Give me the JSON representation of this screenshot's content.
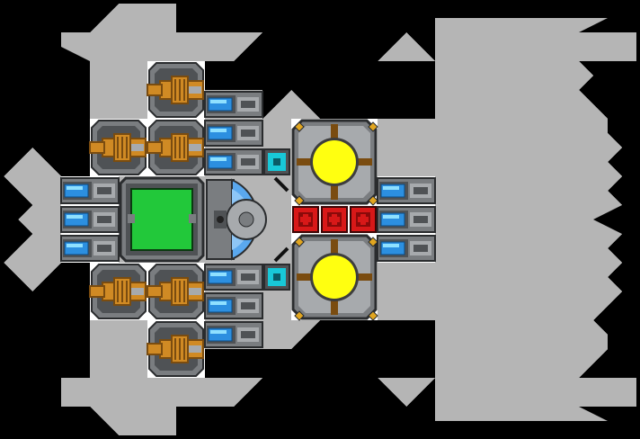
{
  "colors": {
    "background": "#000000",
    "hull": "#b5b5b5",
    "grid_cell": "#ffffff",
    "metal_dark": "#4f5255",
    "metal_mid": "#7a7d80",
    "metal_light": "#a7aaad",
    "outline": "#2a2c2e",
    "gun_brass": "#d08a24",
    "gun_brass_dark": "#7a4c10",
    "thruster_blue": "#2c8fe0",
    "thruster_cyan": "#8fe0ff",
    "reactor_green": "#22c83a",
    "shield_blue": "#5aa8ee",
    "core_yellow": "#ffff10",
    "gold": "#e2a620",
    "battery_red": "#d81818",
    "junction_cyan": "#18c8d8"
  },
  "ship": {
    "blocks": [
      {
        "type": "turret",
        "icon": "autocannon-icon"
      },
      {
        "type": "thruster",
        "icon": "thruster-icon"
      },
      {
        "type": "power_core",
        "icon": "reactor-icon"
      },
      {
        "type": "cockpit",
        "icon": "cockpit-icon"
      },
      {
        "type": "junction",
        "icon": "conduit-icon"
      },
      {
        "type": "shield_generator",
        "icon": "shield-generator-icon"
      },
      {
        "type": "battery",
        "icon": "battery-icon"
      }
    ]
  }
}
